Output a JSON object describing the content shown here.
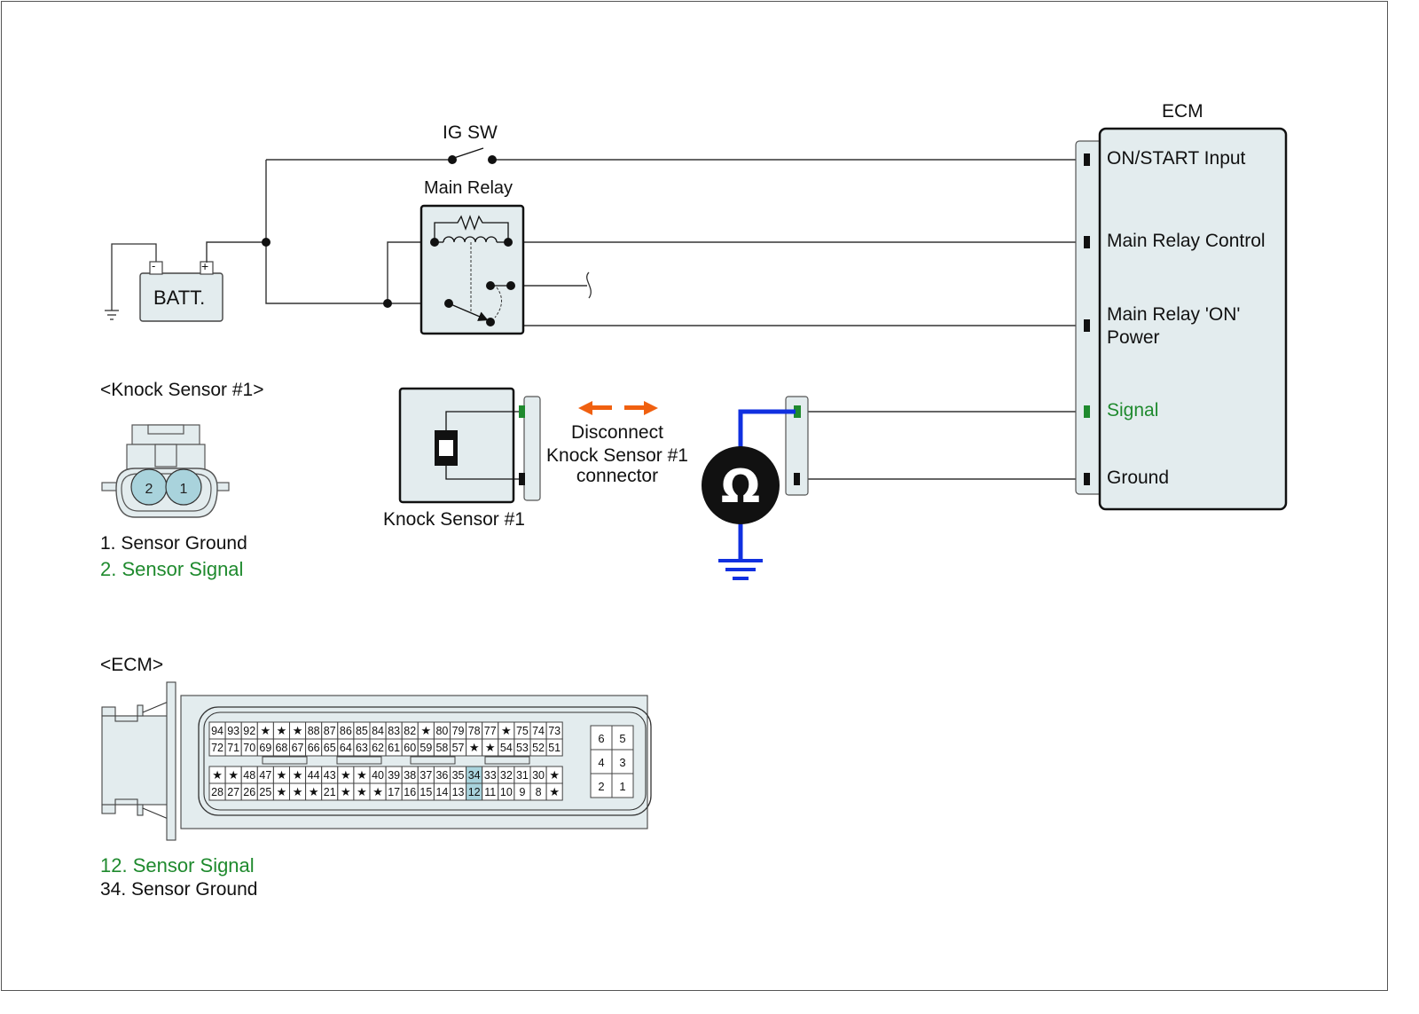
{
  "colors": {
    "signal_green": "#1f8a2e",
    "meter_wire_blue": "#1030e0",
    "disconnect_arrow_orange": "#f06010",
    "component_fill": "#e3ecee",
    "highlight_pin_fill": "#a9d3dc"
  },
  "circuit": {
    "ig_switch_label": "IG SW",
    "main_relay_label": "Main Relay",
    "battery_label": "BATT.",
    "battery_neg": "-",
    "battery_pos": "+"
  },
  "ecm_block": {
    "title": "ECM",
    "pins": [
      {
        "label": "ON/START Input",
        "highlight": false
      },
      {
        "label": "Main Relay Control",
        "highlight": false
      },
      {
        "label": "Main Relay 'ON'",
        "label2": "Power",
        "highlight": false
      },
      {
        "label": "Signal",
        "highlight": true
      },
      {
        "label": "Ground",
        "highlight": false
      }
    ]
  },
  "knock_sensor": {
    "label": "Knock Sensor #1",
    "disconnect_line1": "Disconnect",
    "disconnect_line2": "Knock Sensor #1",
    "disconnect_line3": "connector",
    "meter_symbol": "Ω"
  },
  "knock_connector_view": {
    "title": "<Knock Sensor #1>",
    "pin_left": "2",
    "pin_right": "1",
    "legend": [
      {
        "text": "1. Sensor Ground",
        "highlight": false
      },
      {
        "text": "2. Sensor Signal",
        "highlight": true
      }
    ]
  },
  "ecm_connector_view": {
    "title": "<ECM>",
    "upper_rows": [
      [
        "94",
        "93",
        "92",
        "★",
        "★",
        "★",
        "88",
        "87",
        "86",
        "85",
        "84",
        "83",
        "82",
        "★",
        "80",
        "79",
        "78",
        "77",
        "★",
        "75",
        "74",
        "73"
      ],
      [
        "72",
        "71",
        "70",
        "69",
        "68",
        "67",
        "66",
        "65",
        "64",
        "63",
        "62",
        "61",
        "60",
        "59",
        "58",
        "57",
        "★",
        "★",
        "54",
        "53",
        "52",
        "51"
      ]
    ],
    "lower_rows": [
      [
        "★",
        "★",
        "48",
        "47",
        "★",
        "★",
        "44",
        "43",
        "★",
        "★",
        "40",
        "39",
        "38",
        "37",
        "36",
        "35",
        "34",
        "33",
        "32",
        "31",
        "30",
        "★"
      ],
      [
        "28",
        "27",
        "26",
        "25",
        "★",
        "★",
        "★",
        "21",
        "★",
        "★",
        "★",
        "17",
        "16",
        "15",
        "14",
        "13",
        "12",
        "11",
        "10",
        "9",
        "8",
        "★"
      ]
    ],
    "highlighted_pins": [
      "34",
      "12"
    ],
    "small_block": [
      [
        "6",
        "5"
      ],
      [
        "4",
        "3"
      ],
      [
        "2",
        "1"
      ]
    ],
    "legend": [
      {
        "text": "12. Sensor Signal",
        "highlight": true
      },
      {
        "text": "34. Sensor Ground",
        "highlight": false
      }
    ]
  }
}
